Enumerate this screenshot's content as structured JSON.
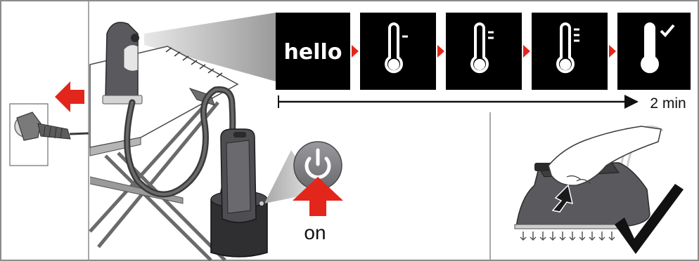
{
  "display": {
    "greeting": "hello",
    "steps": [
      {
        "icon": "thermometer-level-1-icon"
      },
      {
        "icon": "thermometer-level-2-icon"
      },
      {
        "icon": "thermometer-level-3-icon"
      },
      {
        "icon": "thermometer-ready-icon"
      }
    ]
  },
  "timeline": {
    "duration_label": "2 min"
  },
  "power": {
    "label": "on",
    "icon": "power-icon"
  },
  "colors": {
    "accent_red": "#e3261b",
    "screen_bg": "#000000",
    "iron_grey": "#5a5a5e",
    "panel_border": "#9a9a9a",
    "page_bg": "#ffffff"
  }
}
